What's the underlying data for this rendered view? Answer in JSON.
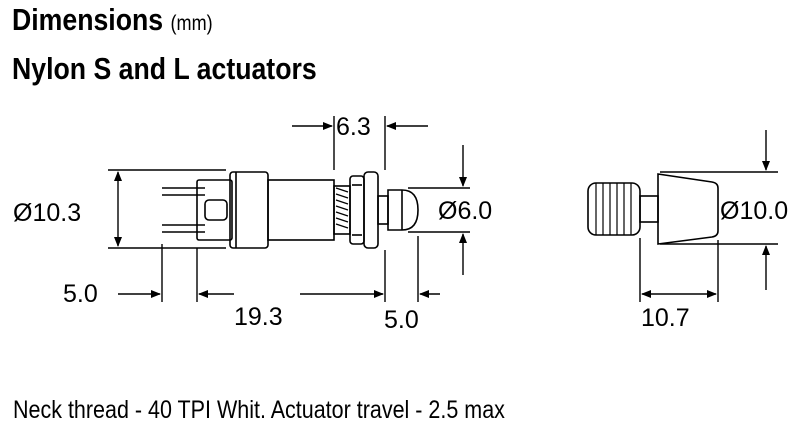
{
  "title": {
    "heading": "Dimensions",
    "units": "(mm)",
    "subtitle": "Nylon S and L actuators"
  },
  "dimensions": {
    "flange_thickness": "6.3",
    "body_diameter": "Ø10.3",
    "actuator_diameter": "Ø6.0",
    "terminal_length": "5.0",
    "body_length": "19.3",
    "actuator_length": "5.0",
    "l_actuator_diameter": "Ø10.0",
    "l_actuator_length": "10.7"
  },
  "footnote": "Neck thread - 40 TPI Whit.  Actuator travel - 2.5 max",
  "colors": {
    "ink": "#000000",
    "background": "#ffffff"
  }
}
